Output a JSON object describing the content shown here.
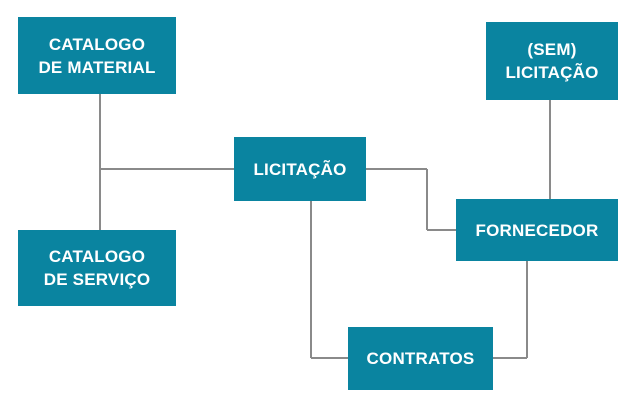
{
  "colors": {
    "node_fill": "#0a84a0",
    "node_text": "#ffffff",
    "connector": "#8a8a8a"
  },
  "nodes": {
    "catalogo_material": {
      "label": "CATALOGO\nDE MATERIAL"
    },
    "sem_licitacao": {
      "label": "(SEM)\nLICITAÇÃO"
    },
    "licitacao": {
      "label": "LICITAÇÃO"
    },
    "fornecedor": {
      "label": "FORNECEDOR"
    },
    "catalogo_servico": {
      "label": "CATALOGO\nDE SERVIÇO"
    },
    "contratos": {
      "label": "CONTRATOS"
    }
  },
  "edges": [
    {
      "from": "catalogo_material",
      "to": "licitacao"
    },
    {
      "from": "catalogo_servico",
      "to": "licitacao"
    },
    {
      "from": "licitacao",
      "to": "fornecedor"
    },
    {
      "from": "sem_licitacao",
      "to": "fornecedor"
    },
    {
      "from": "licitacao",
      "to": "contratos"
    },
    {
      "from": "fornecedor",
      "to": "contratos"
    }
  ]
}
